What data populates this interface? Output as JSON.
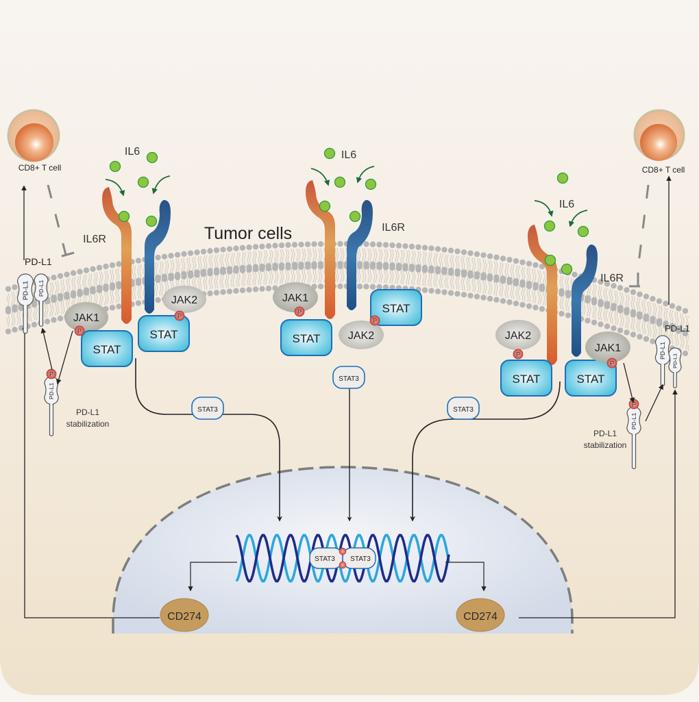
{
  "title": "Tumor cells",
  "labels": {
    "il6": "IL6",
    "il6r": "IL6R",
    "cd8_tcell": "CD8+ T cell",
    "pdl1": "PD-L1",
    "pdl1_glyph": "PD-L1",
    "pdl1_stabilization_line1": "PD-L1",
    "pdl1_stabilization_line2": "stabilization",
    "jak1": "JAK1",
    "jak2": "JAK2",
    "stat": "STAT",
    "stat3": "STAT3",
    "phospho": "P",
    "cd274": "CD274"
  },
  "colors": {
    "background_top": "#f8f4f0",
    "background_cell": "#f0e4cf",
    "nucleus": "#dde3ee",
    "nucleus_border": "#808080",
    "il6_green": "#8cc63f",
    "il6_arrow": "#1a6b3a",
    "receptor_orange": "#d8612f",
    "receptor_blue": "#2a5d94",
    "jak_gray": "#b9b8ae",
    "stat_fill": "#5ec8e0",
    "stat_border": "#1b6fb8",
    "phospho_red": "#c9443f",
    "cd274_tan": "#c69b5e",
    "dna_dark": "#1f2c8a",
    "dna_light": "#2aa7de",
    "membrane_gray": "#b3b3b3",
    "tcell_orange": "#e88b49"
  }
}
